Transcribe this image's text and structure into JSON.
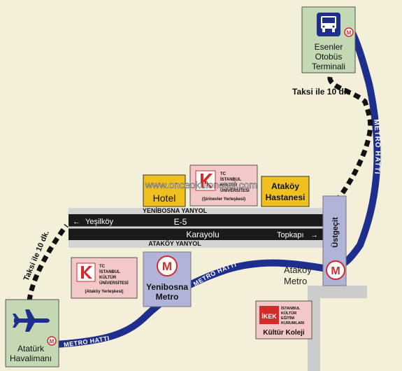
{
  "colors": {
    "background": "#f4efd8",
    "metro_line": "#1e2e8c",
    "station_box": "#c4d8b4",
    "metro_box": "#b0b4d8",
    "building_box": "#f2c8c8",
    "hotel_box": "#f0c020",
    "road": "#1a1a1a",
    "road_band": "#d4d4d4",
    "taxi_route": "#111111",
    "logo_red": "#d42a2a"
  },
  "terminal": {
    "line1": "Esenler",
    "line2": "Otobüs",
    "line3": "Terminali",
    "icon": "bus-icon"
  },
  "airport": {
    "line1": "Atatürk",
    "line2": "Havalimanı",
    "icon": "airplane-icon"
  },
  "taxi_top": "Taksi ile 10 dk.",
  "taxi_left": "Taksi ile 10 dk.",
  "metro_line_upper": "METRO HATTI",
  "metro_line_middle": "METRO HATTI",
  "metro_line_lower": "METRO HATTI",
  "yenibosna_metro": {
    "line1": "Yenibosna",
    "line2": "Metro"
  },
  "atakoy_metro": {
    "line1": "Ataköy",
    "line2": "Metro"
  },
  "ustgecit": "Üstgeçit",
  "hotel": "Hotel",
  "atakoy_hastanesi": {
    "line1": "Ataköy",
    "line2": "Hastanesi"
  },
  "university_sirinevler": {
    "line1": "TC",
    "line2": "İSTANBUL",
    "line3": "KÜLTÜR",
    "line4": "ÜNİVERSİTESİ",
    "campus": "(Şirinevler Yerleşkesi)"
  },
  "university_atakoy": {
    "line1": "TC",
    "line2": "İSTANBUL",
    "line3": "KÜLTÜR",
    "line4": "ÜNİVERSİTESİ",
    "campus": "(Ataköy Yerleşkesi)"
  },
  "kultur_koleji": {
    "logo": "İKEK",
    "line1": "İSTANBUL",
    "line2": "KÜLTÜR",
    "line3": "EĞİTİM",
    "line4": "KURUMLARI",
    "name": "Kültür Koleji"
  },
  "road": {
    "yenibosna_side": "YENİBOSNA YANYOL",
    "atakoy_side": "ATAKÖY YANYOL",
    "e5": "E-5",
    "karayolu": "Karayolu",
    "west": "Yeşilköy",
    "east": "Topkapı"
  },
  "watermark": "www.onceokuloncesi.com"
}
